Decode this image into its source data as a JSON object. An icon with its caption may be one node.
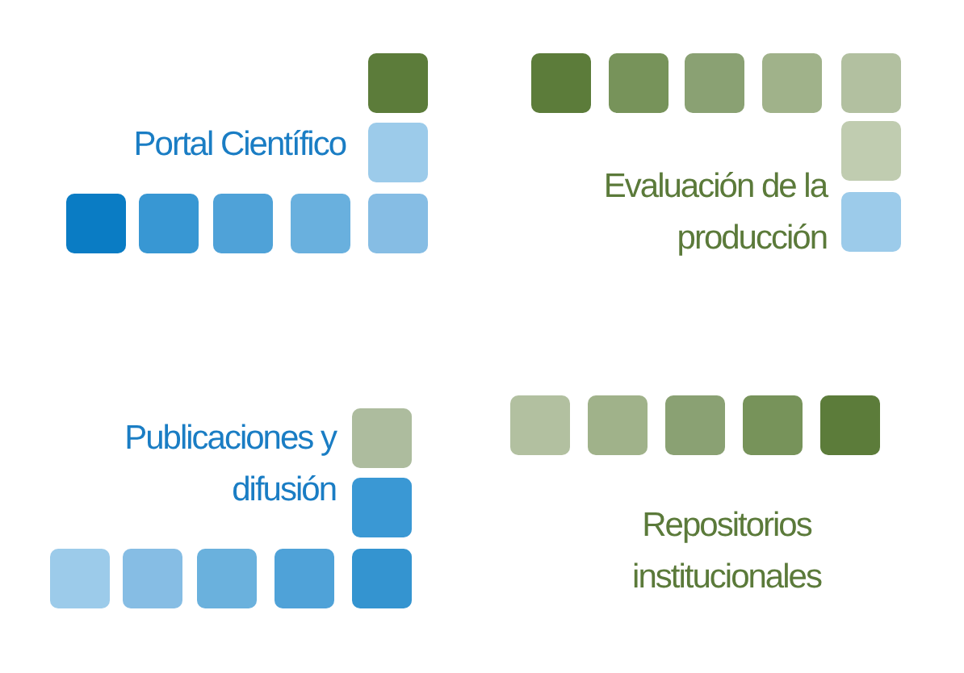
{
  "diagram": {
    "labels": [
      "Portal Científico",
      "Evaluación de la producción",
      "Publicaciones y difusión",
      "Repositorios institucionales"
    ]
  }
}
